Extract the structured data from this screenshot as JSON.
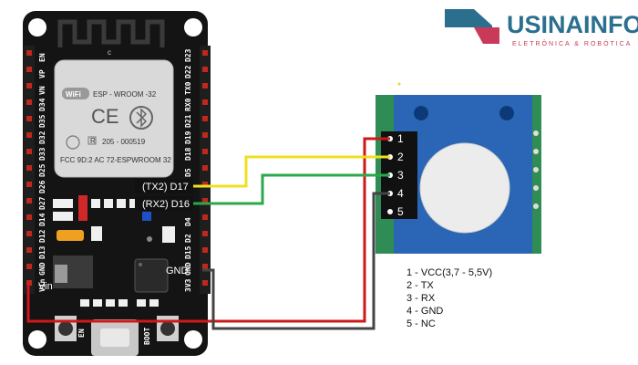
{
  "logo": {
    "name": "USINAINFO",
    "tagline": "ELETRÔNICA & ROBÓTICA"
  },
  "board": {
    "module_name": "ESP - WROOM -32",
    "fcc_id": "FCC 9D:2 AC 72-ESPWROOM 32",
    "cert_no": "205 - 000519",
    "r_mark": "R",
    "left_pins": [
      "EN",
      "VP",
      "VN",
      "D34",
      "D35",
      "D32",
      "D33",
      "D25",
      "D26",
      "D27",
      "D14",
      "D12",
      "D13",
      "GND",
      "Vin"
    ],
    "right_pins": [
      "D23",
      "D22",
      "TX0",
      "RX0",
      "D21",
      "D19",
      "D18",
      "D5",
      "TX2",
      "RX2",
      "D4",
      "D2",
      "D15",
      "GND",
      "3V3"
    ],
    "label_tx2": "(TX2) D17",
    "label_rx2": "(RX2) D16",
    "label_gnd": "GND",
    "label_vin": "Vin",
    "btn_en": "EN",
    "btn_boot": "BOOT"
  },
  "sensor": {
    "pin_numbers": [
      "1",
      "2",
      "3",
      "4",
      "5"
    ]
  },
  "legend": [
    "1 - VCC(3,7 - 5,5V)",
    "2 - TX",
    "3 - RX",
    "4 - GND",
    "5 - NC"
  ],
  "colors": {
    "board": "#111111",
    "sensor_pcb": "#2f8c54",
    "sensor_body": "#2b66b6",
    "wire_vcc": "#d01818",
    "wire_tx": "#f0e020",
    "wire_rx": "#2aa84a",
    "wire_gnd": "#444444",
    "logo_blue": "#2b6f8f",
    "logo_red": "#c83a57"
  }
}
